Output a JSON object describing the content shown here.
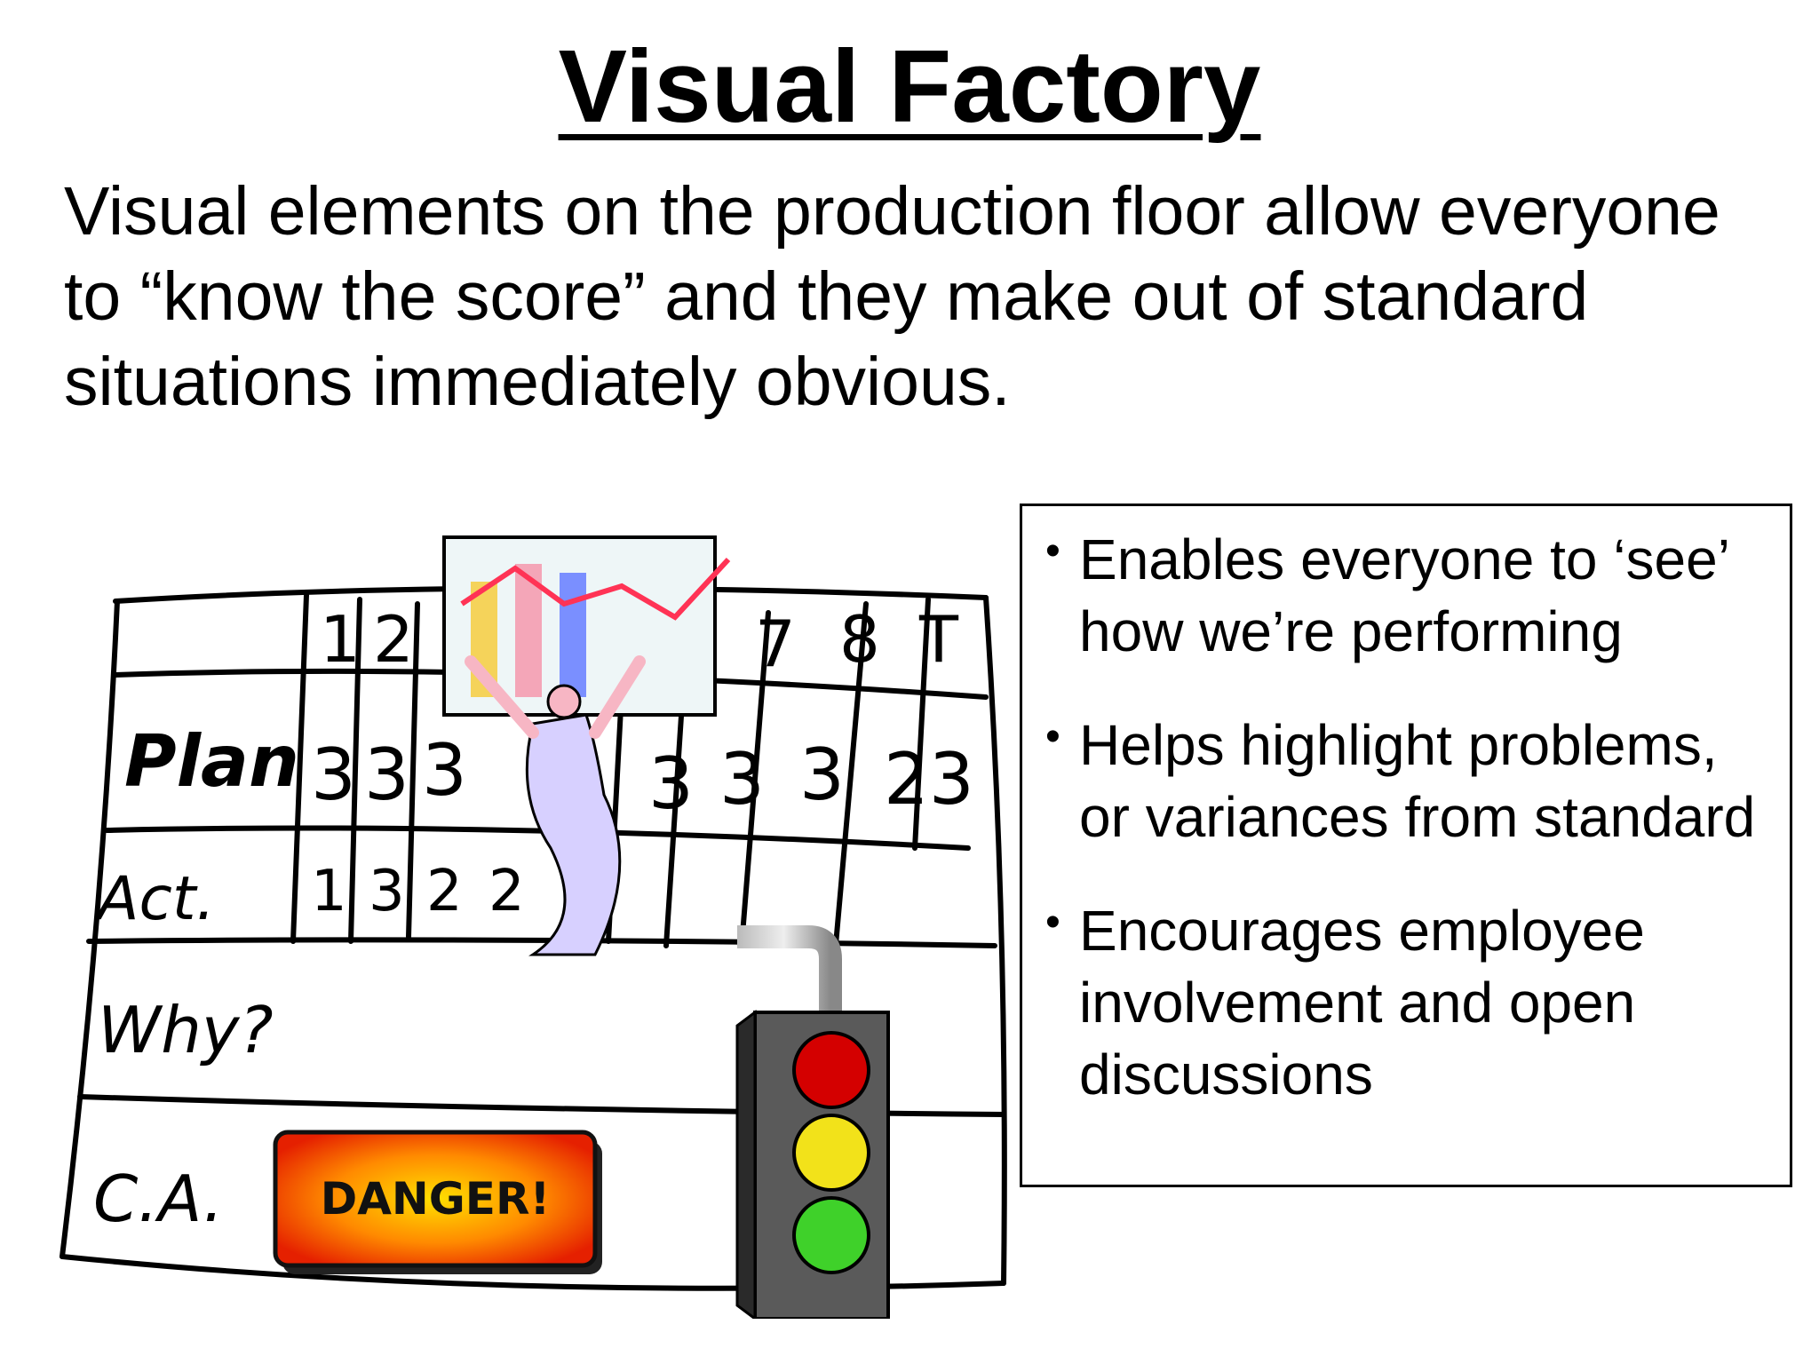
{
  "title": "Visual Factory",
  "intro": "Visual elements on the production floor allow everyone to “know the score” and they make out of standard situations immediately obvious.",
  "bullets": [
    "Enables everyone to ‘see’ how we’re performing",
    "Helps highlight problems, or variances from standard",
    "Encourages employee involvement and open discussions"
  ],
  "board": {
    "row_labels": [
      "Plan",
      "Act.",
      "Why?",
      "C.A."
    ],
    "header_cells": [
      "1",
      "2",
      "7",
      "8",
      "T"
    ],
    "plan_cells": [
      "3",
      "3",
      "3",
      "3",
      "3",
      "3",
      "23"
    ],
    "act_cells": [
      "1",
      "3",
      "2",
      "2"
    ],
    "danger_sign": "DANGER!"
  },
  "colors": {
    "light_red": "#d40000",
    "light_yellow": "#f2e21a",
    "light_green": "#3fd12a",
    "danger_orange": "#ff6a00"
  }
}
